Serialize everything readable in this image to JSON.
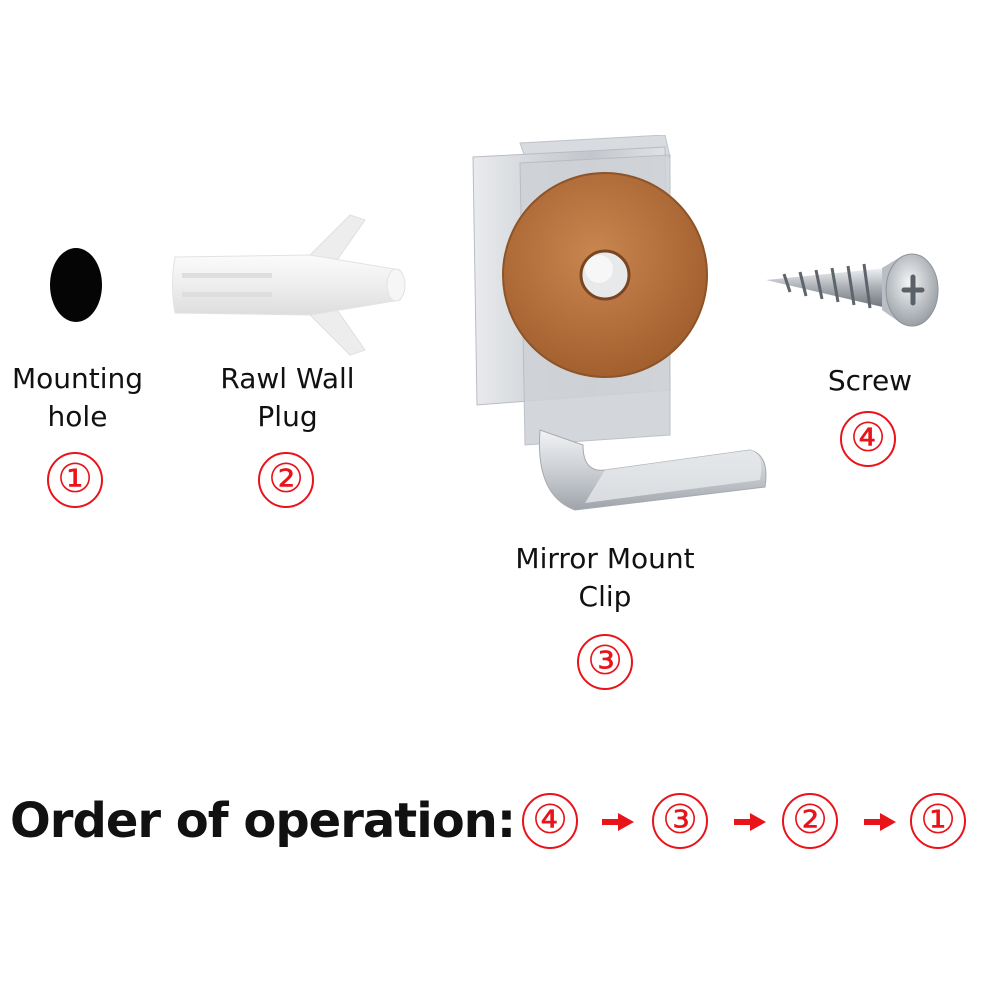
{
  "colors": {
    "accent_red": "#e8141a",
    "text": "#111111",
    "cork": "#b7713f",
    "metal": "#c9ccd0",
    "plug": "#f4f4f4"
  },
  "parts": [
    {
      "number": "①",
      "label_line1": "Mounting",
      "label_line2": "hole",
      "icon": "mounting-hole-icon"
    },
    {
      "number": "②",
      "label_line1": "Rawl Wall",
      "label_line2": "Plug",
      "icon": "wall-plug-icon"
    },
    {
      "number": "③",
      "label_line1": "Mirror Mount",
      "label_line2": "Clip",
      "icon": "mirror-clip-icon"
    },
    {
      "number": "④",
      "label_line1": "Screw",
      "label_line2": "",
      "icon": "screw-icon"
    }
  ],
  "order": {
    "title": "Order of operation:",
    "steps": [
      "④",
      "③",
      "②",
      "①"
    ]
  }
}
